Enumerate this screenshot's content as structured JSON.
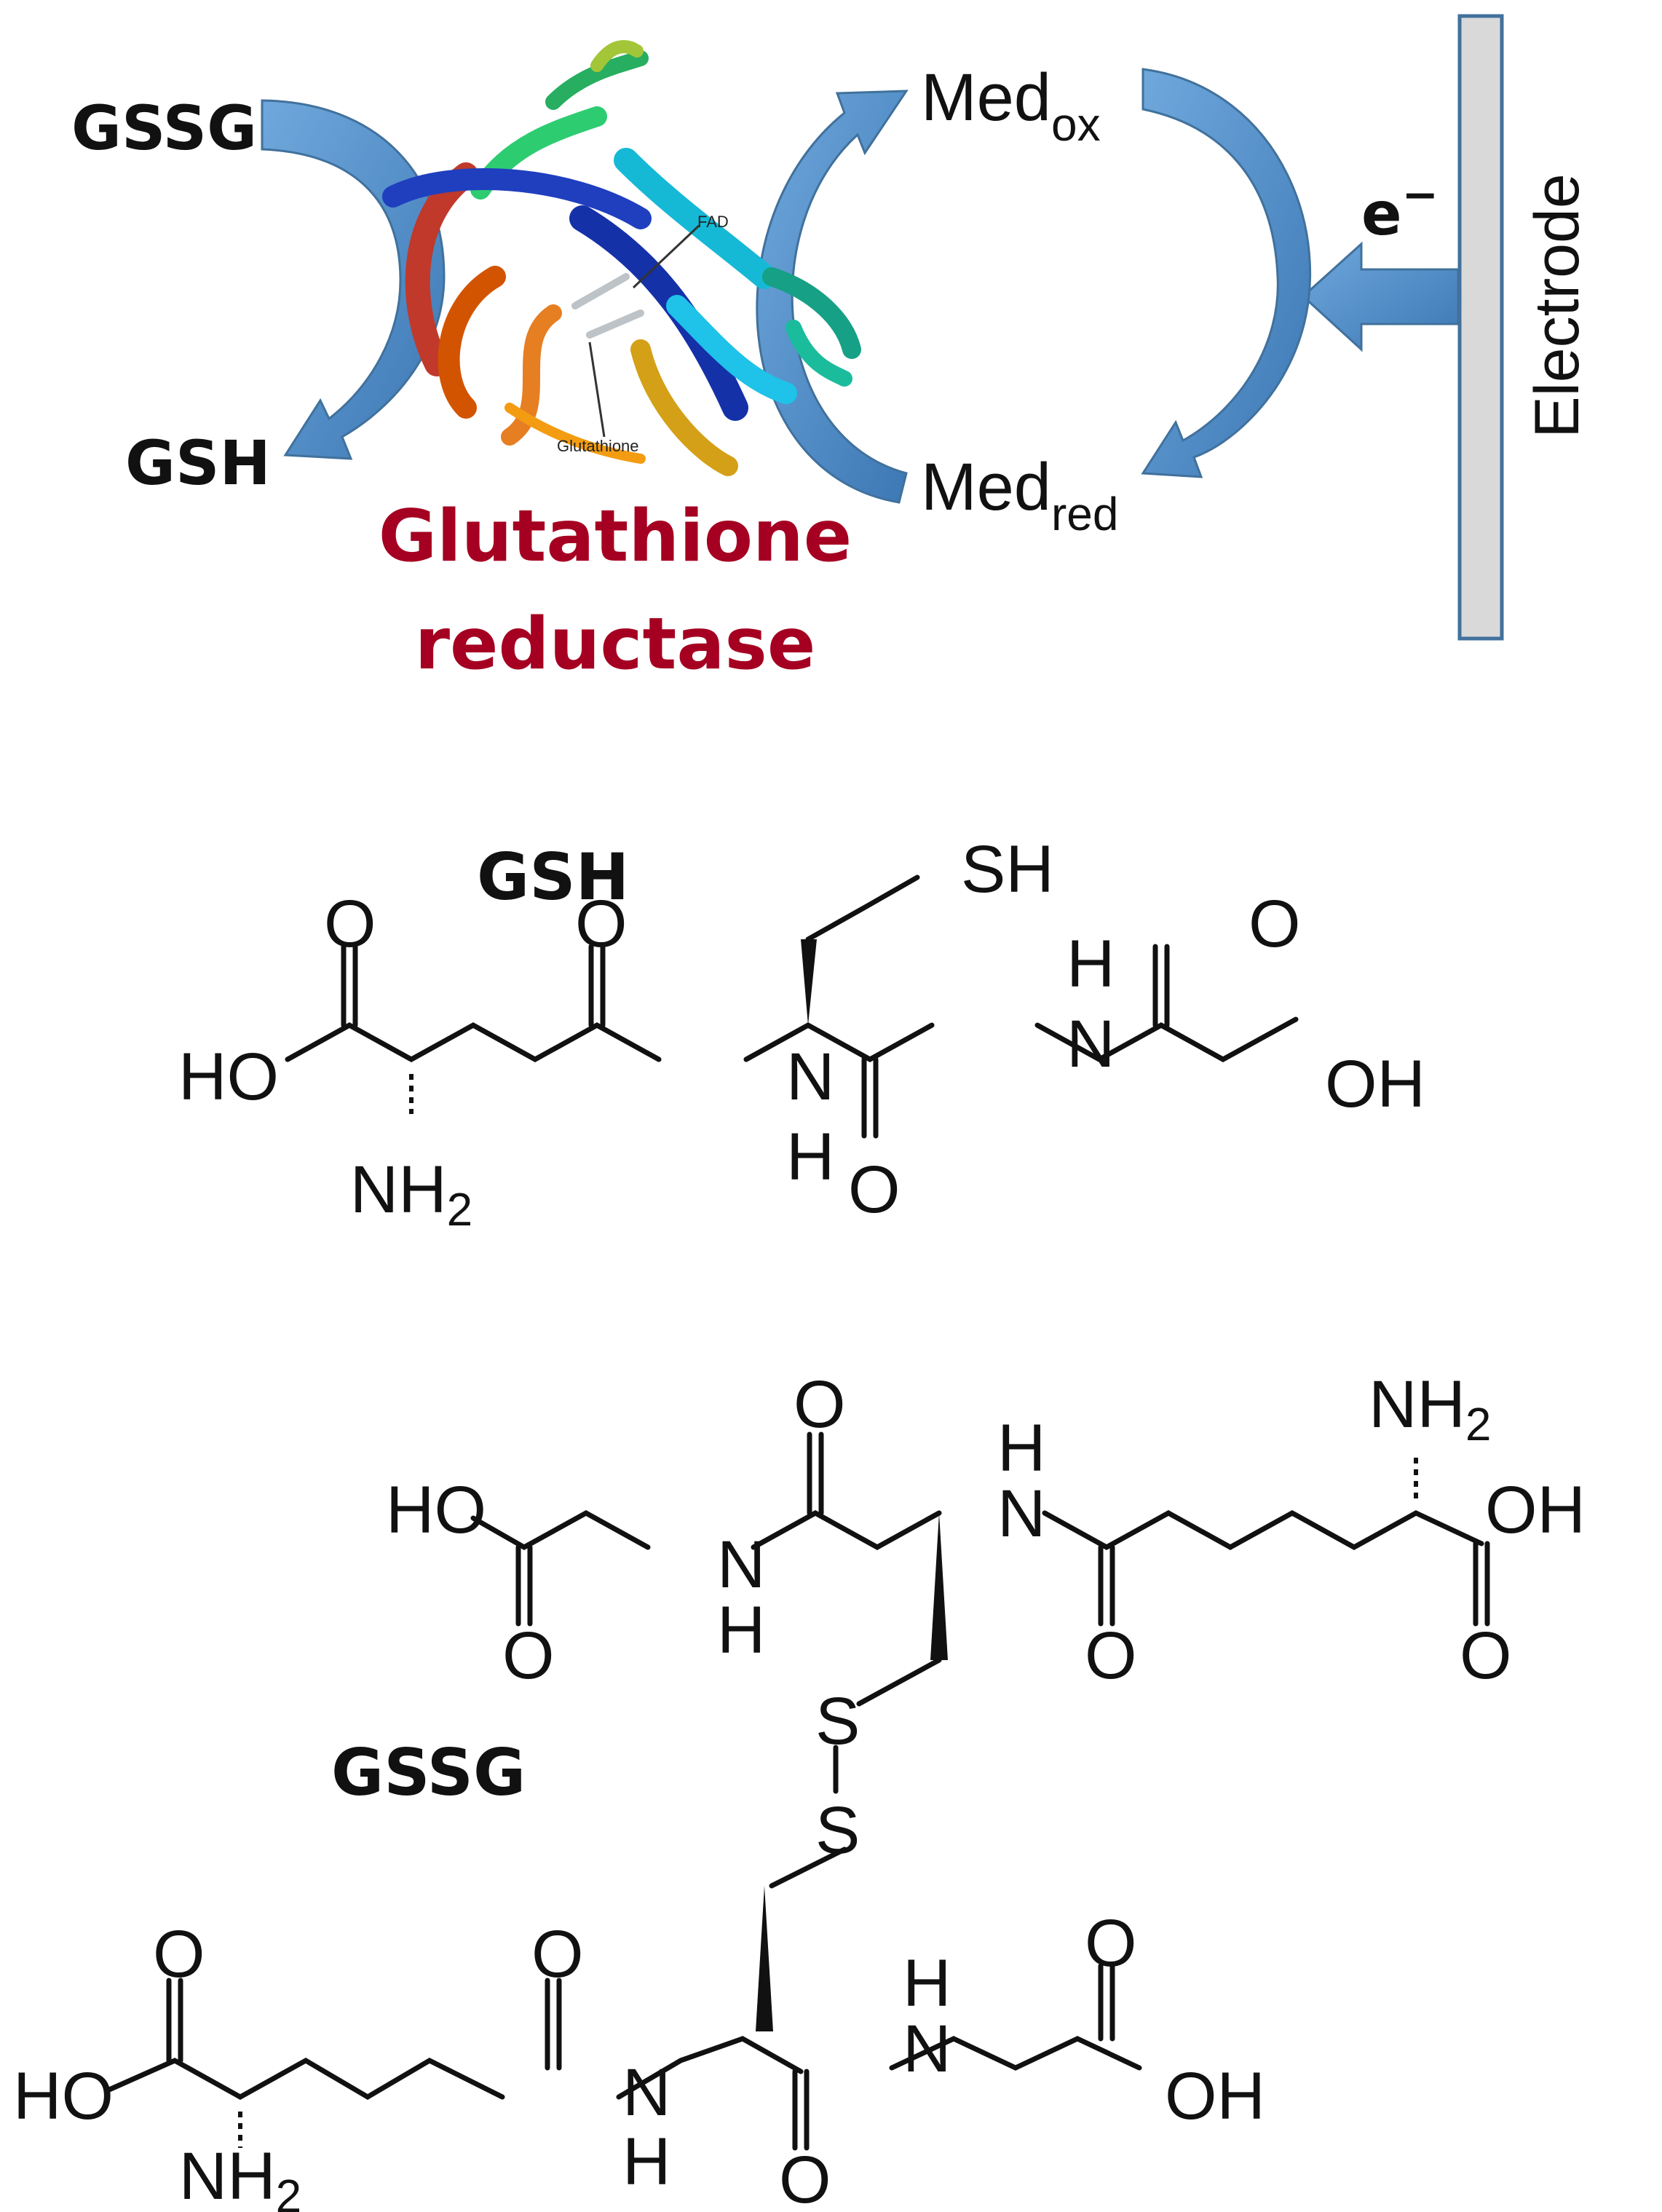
{
  "scheme": {
    "gssg_label": "GSSG",
    "gsh_label": "GSH",
    "enzyme_name_line1": "Glutathione",
    "enzyme_name_line2": "reductase",
    "enzyme_fad_label": "FAD",
    "enzyme_glutathione_label": "Glutathione",
    "med_ox_base": "Med",
    "med_ox_sub": "ox",
    "med_red_base": "Med",
    "med_red_sub": "red",
    "electron_base": "e",
    "electron_sup": "−",
    "electrode_label": "Electrode"
  },
  "structures": {
    "gsh_title": "GSH",
    "gssg_title": "GSSG",
    "atoms": {
      "O": "O",
      "HO": "HO",
      "OH": "OH",
      "N": "N",
      "H": "H",
      "NH": "NH",
      "NH2_sub": "2",
      "SH": "SH",
      "S": "S"
    }
  },
  "colors": {
    "arrow_blue": "#5b9bd5",
    "arrow_blue_dark": "#41719c",
    "enzyme_label": "#a50021",
    "electrode_fill": "#d9d9d9",
    "electrode_border": "#41719c"
  }
}
